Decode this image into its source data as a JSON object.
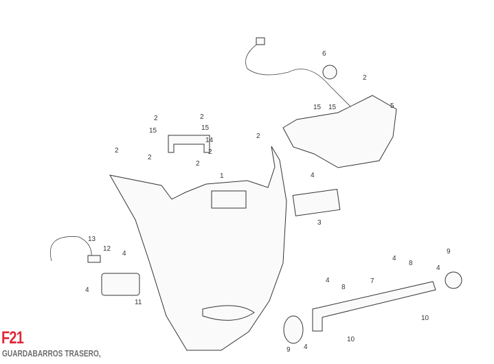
{
  "figure": {
    "code": "F21",
    "title": "GUARDABARROS TRASERO,"
  },
  "callouts": [
    "6",
    "2",
    "5",
    "15",
    "15",
    "2",
    "2",
    "15",
    "15",
    "14",
    "2",
    "2",
    "2",
    "2",
    "2",
    "1",
    "4",
    "3",
    "13",
    "12",
    "4",
    "4",
    "11",
    "4",
    "8",
    "9",
    "4",
    "7",
    "4",
    "8",
    "10",
    "10",
    "9",
    "4"
  ]
}
